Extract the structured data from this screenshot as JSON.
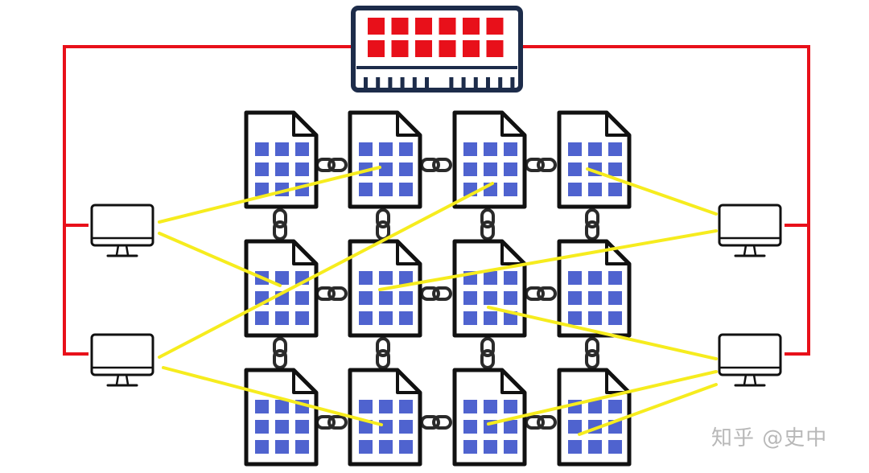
{
  "watermark": "知乎 @史中",
  "colors": {
    "bus": "#e8101a",
    "link": "#f6ec1e",
    "outline": "#111111",
    "memory_body": "#1d2c4a",
    "memory_cell": "#e8101a",
    "cell": "#4f63cf"
  },
  "icons": {
    "memory": "memory-module-icon",
    "document": "document-icon",
    "chain": "chain-link-icon",
    "monitor": "monitor-icon"
  },
  "nodes": {
    "memory_cells": 12,
    "document_rows": 3,
    "document_cols": 4,
    "monitors": 4
  }
}
